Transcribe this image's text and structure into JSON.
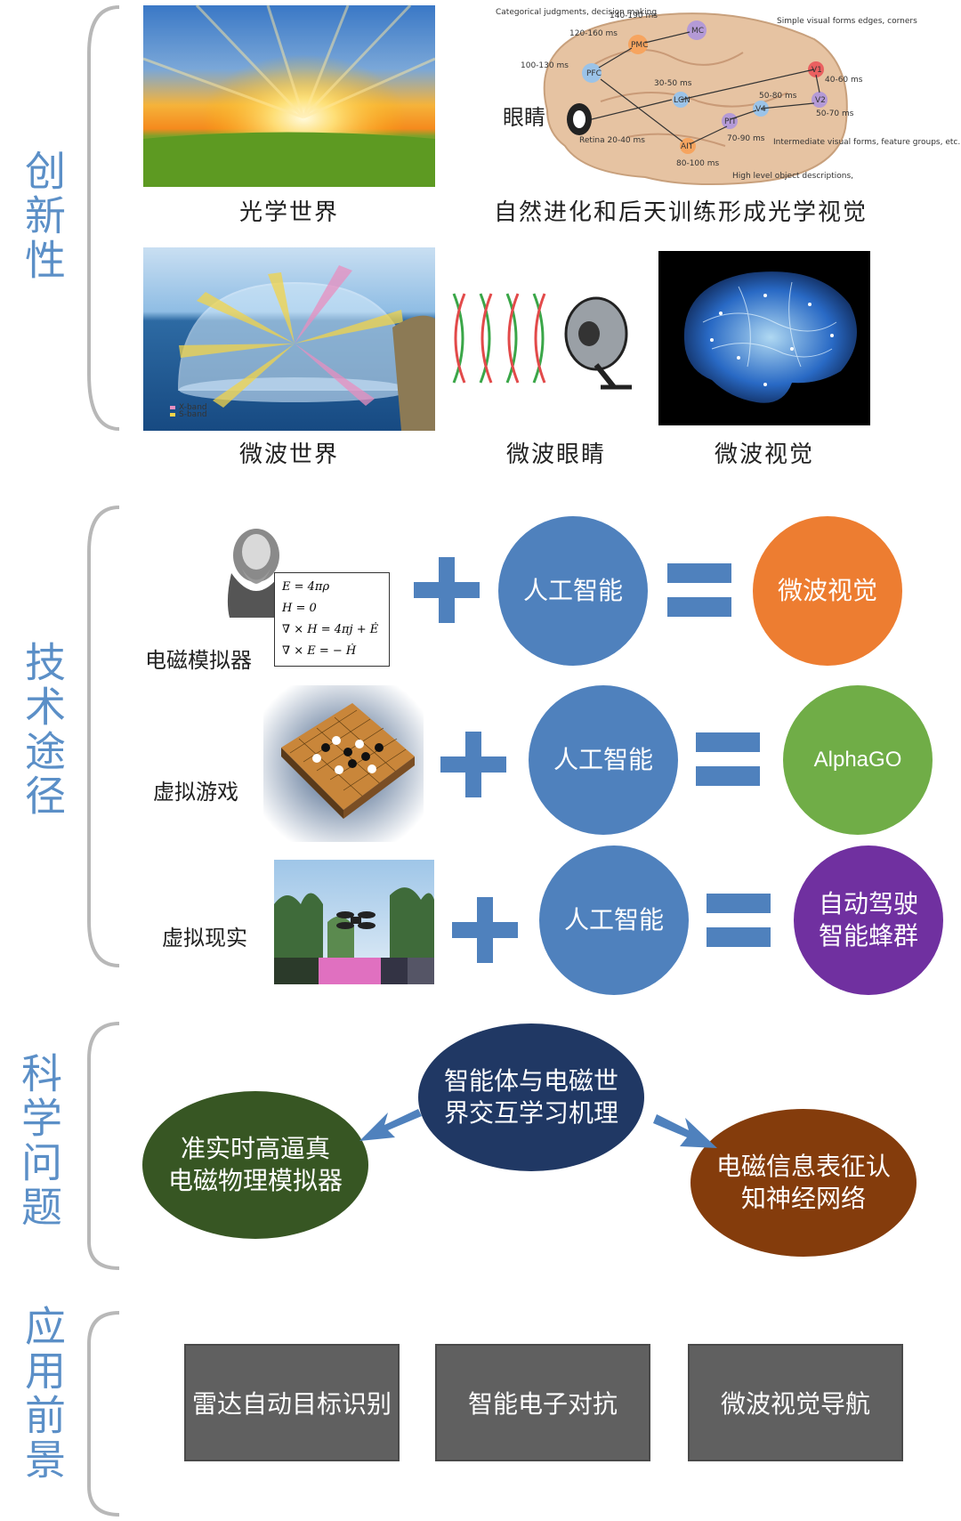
{
  "sections": {
    "innovation": "创新性",
    "technical": "技术途径",
    "science": "科学问题",
    "application": "应用前景"
  },
  "innovation": {
    "optical_world": "光学世界",
    "optical_vision": "自然进化和后天训练形成光学视觉",
    "eye_label": "眼睛",
    "microwave_world": "微波世界",
    "microwave_eye": "微波眼睛",
    "microwave_vision": "微波视觉",
    "brain_labels": {
      "cat": "Categorical judgments, decision making",
      "t1": "140-190 ms",
      "t2": "120-160 ms",
      "t3": "100-130 ms",
      "pfc": "PFC",
      "pmc": "PMC",
      "mc": "MC",
      "simple": "Simple visual forms edges, corners",
      "v1": "V1",
      "t4": "40-60 ms",
      "t5": "30-50 ms",
      "lgn": "LGN",
      "t6": "50-80 ms",
      "v2": "V2",
      "v4": "V4",
      "t7": "50-70 ms",
      "pit": "PIT",
      "t8": "70-90 ms",
      "retina": "Retina 20-40 ms",
      "ait": "AIT",
      "t9": "80-100 ms",
      "intermediate": "Intermediate visual forms, feature groups, etc.",
      "high": "High level object descriptions,"
    },
    "radar_legend": {
      "x": "X-band",
      "s": "S-band"
    }
  },
  "technical": {
    "rows": [
      {
        "label": "电磁模拟器",
        "ai": "人工智能",
        "result": "微波视觉",
        "result_color": "#ed7d31"
      },
      {
        "label": "虚拟游戏",
        "ai": "人工智能",
        "result": "AlphaGO",
        "result_color": "#70ad47"
      },
      {
        "label": "虚拟现实",
        "ai": "人工智能",
        "result": "自动驾驶\n智能蜂群",
        "result_color": "#7030a0"
      }
    ],
    "equations": [
      "E = 4πρ",
      "H = 0",
      "∇ × H = 4πj + Ė",
      "∇ × E = − Ḣ"
    ]
  },
  "science": {
    "center": "智能体与电磁世\n界交互学习机理",
    "left": "准实时高逼真\n电磁物理模拟器",
    "right": "电磁信息表征认\n知神经网络",
    "colors": {
      "center": "#203864",
      "left": "#375623",
      "right": "#843c0c",
      "arrow": "#4f81bd"
    }
  },
  "application": {
    "items": [
      "雷达自动目标识别",
      "智能电子对抗",
      "微波视觉导航"
    ]
  }
}
